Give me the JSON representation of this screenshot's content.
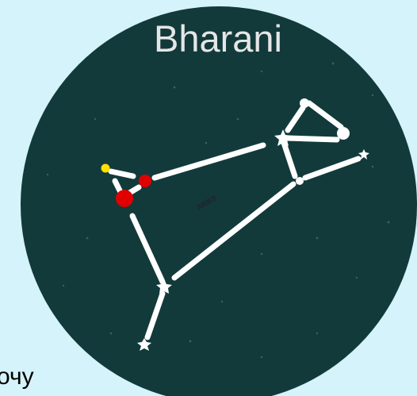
{
  "title": "Bharani",
  "constellation_label": "ARIES",
  "background_text": "очу",
  "colors": {
    "background": "#d5f3fa",
    "disc": "#123a3b",
    "line": "#ffffff",
    "star_red": "#e00000",
    "star_yellow": "#ffe000",
    "star_white": "#ffffff"
  }
}
